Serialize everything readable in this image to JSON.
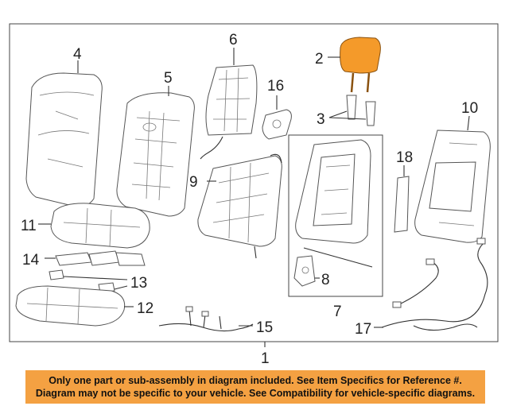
{
  "diagram": {
    "callouts": {
      "c1": "1",
      "c2": "2",
      "c3": "3",
      "c4": "4",
      "c5": "5",
      "c6": "6",
      "c7": "7",
      "c8": "8",
      "c9": "9",
      "c10": "10",
      "c11": "11",
      "c12": "12",
      "c13": "13",
      "c14": "14",
      "c15": "15",
      "c16": "16",
      "c17": "17",
      "c18": "18"
    },
    "colors": {
      "highlight_part": "#f49a2a",
      "banner": "#f4a142",
      "outline": "#555555"
    }
  },
  "notice": {
    "line1": "Only one part or sub-assembly in diagram included. See Item Specifics for Reference #.",
    "line2": "Diagram may not be specific to your vehicle. See Compatibility for vehicle-specific diagrams."
  }
}
